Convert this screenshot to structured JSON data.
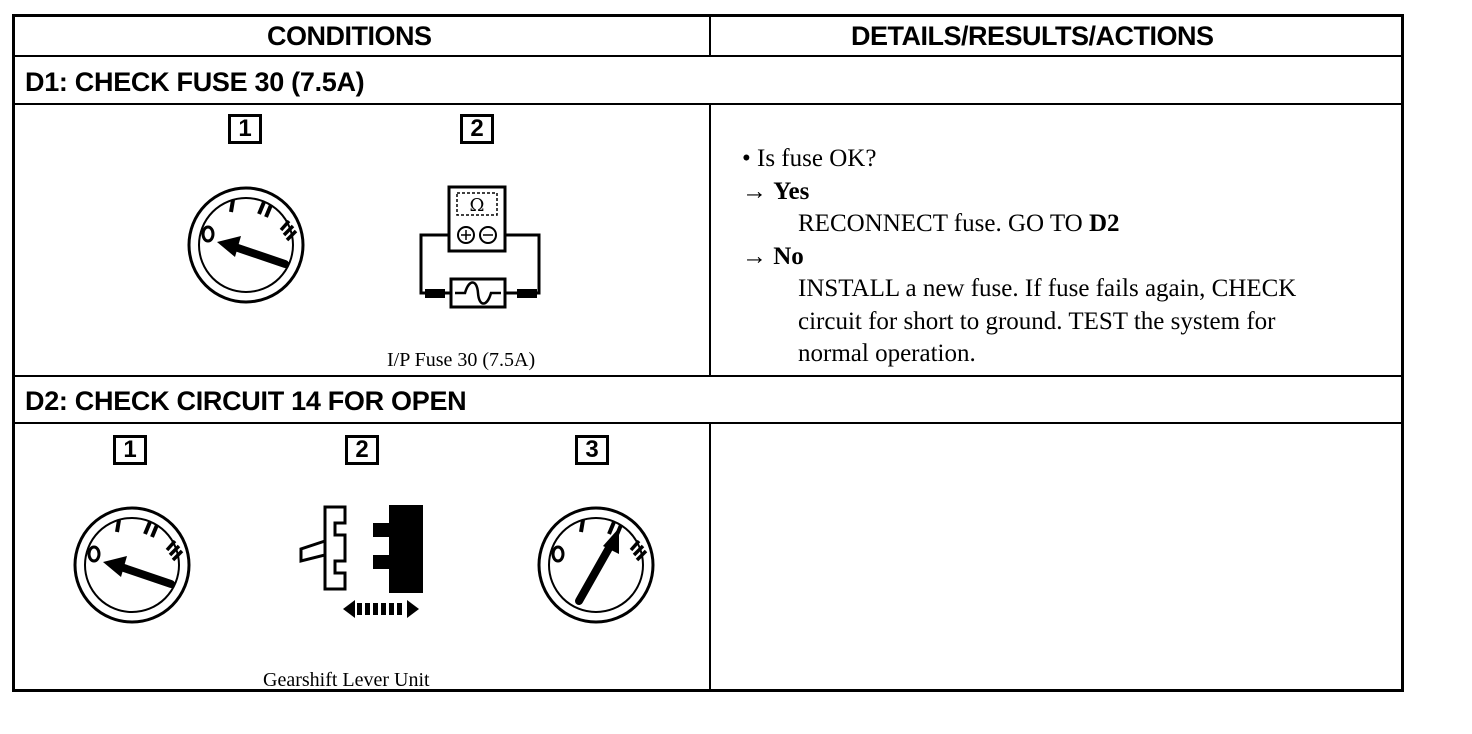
{
  "table": {
    "headers": {
      "conditions": "CONDITIONS",
      "details": "DETAILS/RESULTS/ACTIONS"
    },
    "d1": {
      "title": "D1: CHECK FUSE 30 (7.5A)",
      "steps": [
        "1",
        "2"
      ],
      "caption": "I/P Fuse 30 (7.5A)",
      "meter_symbol": "Ω",
      "details": {
        "question": "• Is fuse OK?",
        "yes_label": "Yes",
        "yes_action_text": "RECONNECT fuse. GO TO ",
        "yes_action_target": "D2",
        "no_label": "No",
        "no_action_lines": [
          "INSTALL a new fuse. If fuse fails again, CHECK",
          "circuit for short to ground. TEST the system for",
          "normal operation."
        ],
        "arrow": "→"
      }
    },
    "d2": {
      "title": "D2: CHECK CIRCUIT 14 FOR OPEN",
      "steps": [
        "1",
        "2",
        "3"
      ],
      "caption": "Gearshift Lever Unit"
    }
  }
}
